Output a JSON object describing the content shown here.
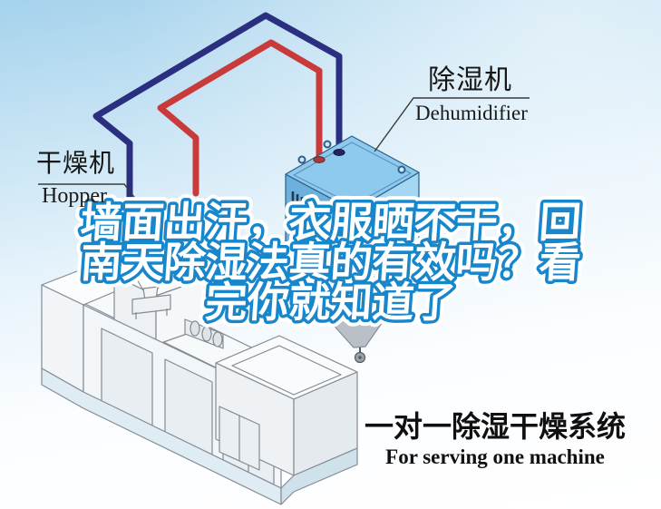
{
  "poster": {
    "headline": {
      "line1": "墙面出汗，衣服晒不干，回",
      "line2": "南天除湿法真的有效吗？看",
      "line3": "完你就知道了"
    },
    "machine_labels": {
      "hopper": {
        "zh": "干燥机",
        "en": "Hopper"
      },
      "dehumidifier": {
        "zh": "除湿机",
        "en": "Dehumidifier"
      }
    },
    "caption": {
      "zh": "一对一除湿干燥系统",
      "en": "For serving one machine"
    },
    "colors": {
      "sky_top": "#a5d2ec",
      "headline_fill": "#ffffff",
      "headline_outline": "#1786cb",
      "pipe_red": "#c93a3a",
      "pipe_blue": "#2b2f80",
      "dehumidifier_body": "#8ec9ee",
      "dehumidifier_side": "#6cb0dd",
      "label_text": "#161616",
      "caption_text": "#101010"
    }
  }
}
